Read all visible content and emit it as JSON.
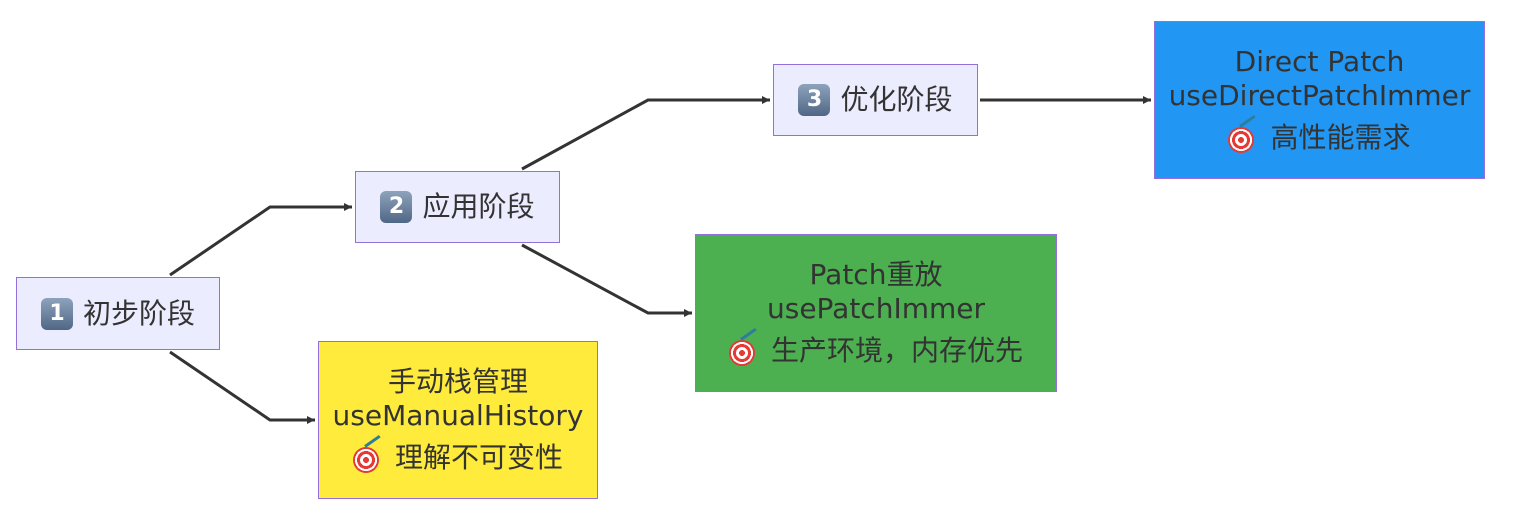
{
  "stages": [
    {
      "num": "1",
      "label": "初步阶段"
    },
    {
      "num": "2",
      "label": "应用阶段"
    },
    {
      "num": "3",
      "label": "优化阶段"
    }
  ],
  "outcomes": [
    {
      "title": "手动栈管理",
      "hook": "useManualHistory",
      "goal": "理解不可变性",
      "color": "#ffeb3b"
    },
    {
      "title": "Patch重放",
      "hook": "usePatchImmer",
      "goal": "生产环境，内存优先",
      "color": "#4caf50"
    },
    {
      "title": "Direct Patch",
      "hook": "useDirectPatchImmer",
      "goal": "高性能需求",
      "color": "#2196f3"
    }
  ],
  "colors": {
    "stage_fill": "#ececff",
    "node_border": "#9370db",
    "edge": "#333333"
  },
  "icons": {
    "stage_number": "keycap-number-icon",
    "goal": "direct-hit-target-icon"
  }
}
